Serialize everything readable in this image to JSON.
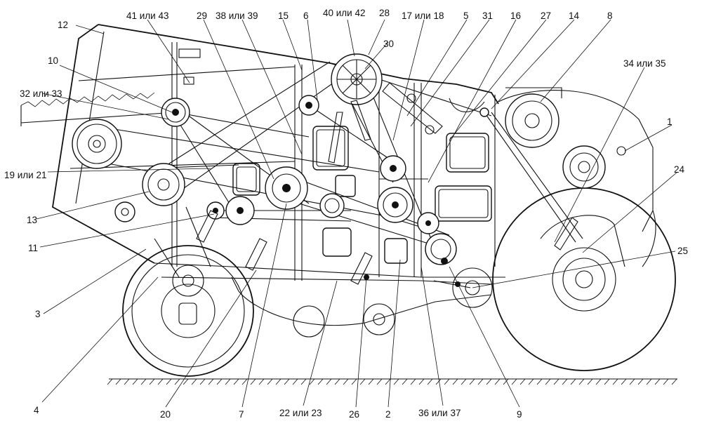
{
  "labels": {
    "l12": "12",
    "l41": "41 или 43",
    "l29": "29",
    "l38": "38 или 39",
    "l15": "15",
    "l6": "6",
    "l40": "40 или 42",
    "l28": "28",
    "l17": "17 или 18",
    "l5": "5",
    "l31": "31",
    "l16": "16",
    "l27": "27",
    "l14": "14",
    "l8": "8",
    "l30": "30",
    "l10": "10",
    "l34": "34 или 35",
    "l32": "32 или 33",
    "l1": "1",
    "l19": "19 или 21",
    "l24": "24",
    "l13": "13",
    "l25": "25",
    "l11": "11",
    "l3": "3",
    "l4": "4",
    "l20": "20",
    "l7": "7",
    "l22": "22 или 23",
    "l26": "26",
    "l2": "2",
    "l36": "36 или 37",
    "l9": "9"
  }
}
